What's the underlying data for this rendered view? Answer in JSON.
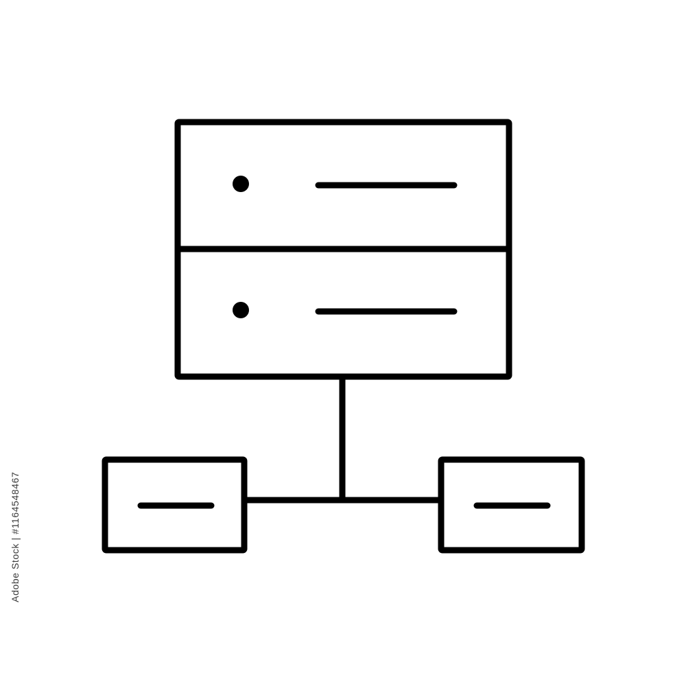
{
  "diagram": {
    "nodes": [
      {
        "id": "server",
        "type": "server-rack",
        "units": 2
      },
      {
        "id": "client-left",
        "type": "device"
      },
      {
        "id": "client-right",
        "type": "device"
      }
    ],
    "edges": [
      {
        "from": "server",
        "to": "client-left"
      },
      {
        "from": "server",
        "to": "client-right"
      }
    ],
    "stroke_color": "#000000",
    "background_color": "#ffffff"
  },
  "watermark": {
    "side_text": "Adobe Stock | #1164548467"
  }
}
